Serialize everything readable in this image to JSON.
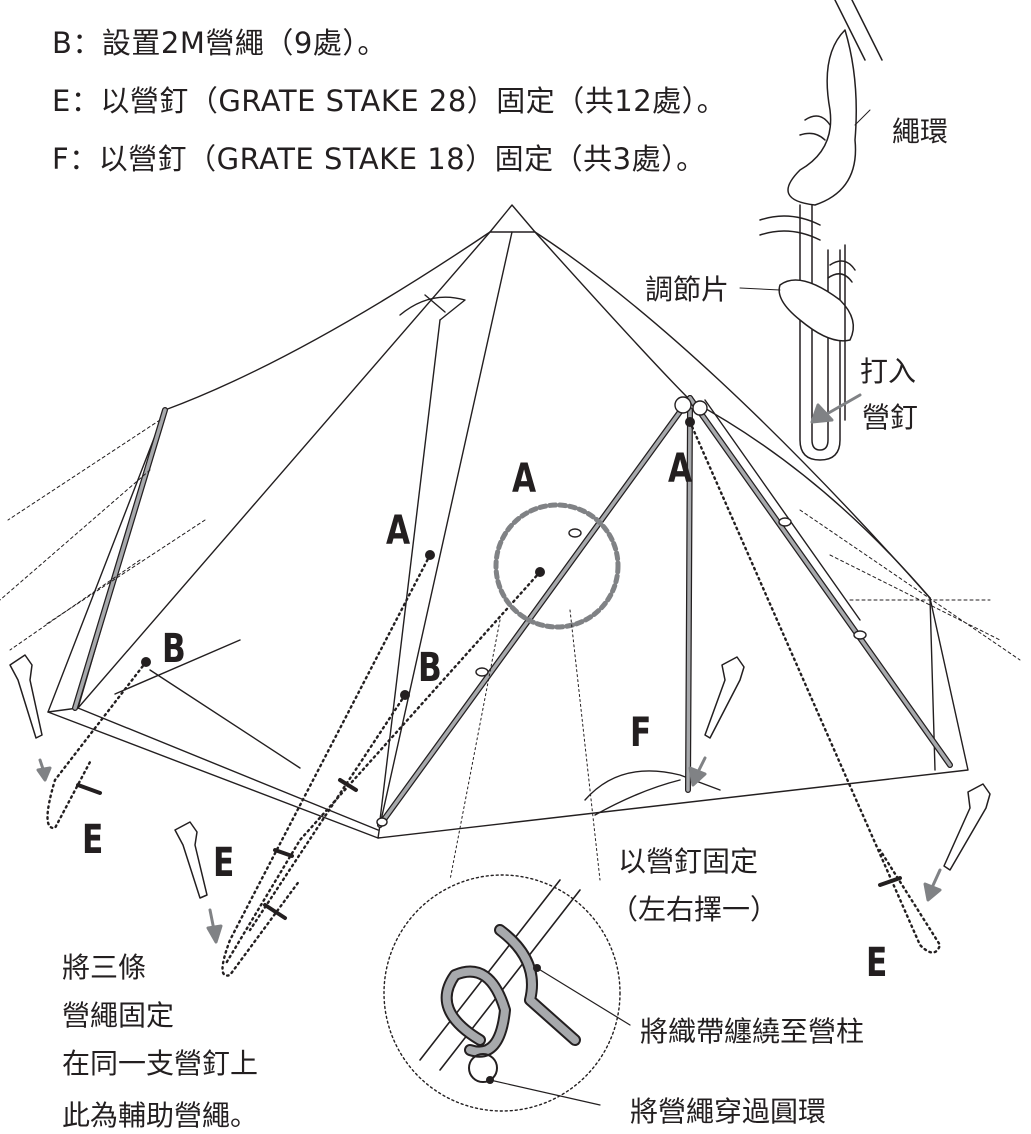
{
  "header": {
    "line_b": "B：設置2M營繩（9處）。",
    "line_e": "E：以營釘（GRATE STAKE 28）固定（共12處）。",
    "line_f": "F：以營釘（GRATE STAKE 18）固定（共3處）。"
  },
  "labels": {
    "rope_loop": "繩環",
    "adjuster": "調節片",
    "drive_stake_1": "打入",
    "drive_stake_2": "營釘",
    "a": "A",
    "b": "B",
    "e": "E",
    "f": "F",
    "fix_with_stake": "以營釘固定",
    "choose_side": "（左右擇一）",
    "three_ropes_1": "將三條",
    "three_ropes_2": "營繩固定",
    "three_ropes_3": "在同一支營釘上",
    "aux_rope": "此為輔助營繩。",
    "wrap_webbing": "將織帶纏繞至營柱",
    "thread_ring": "將營繩穿過圓環"
  }
}
